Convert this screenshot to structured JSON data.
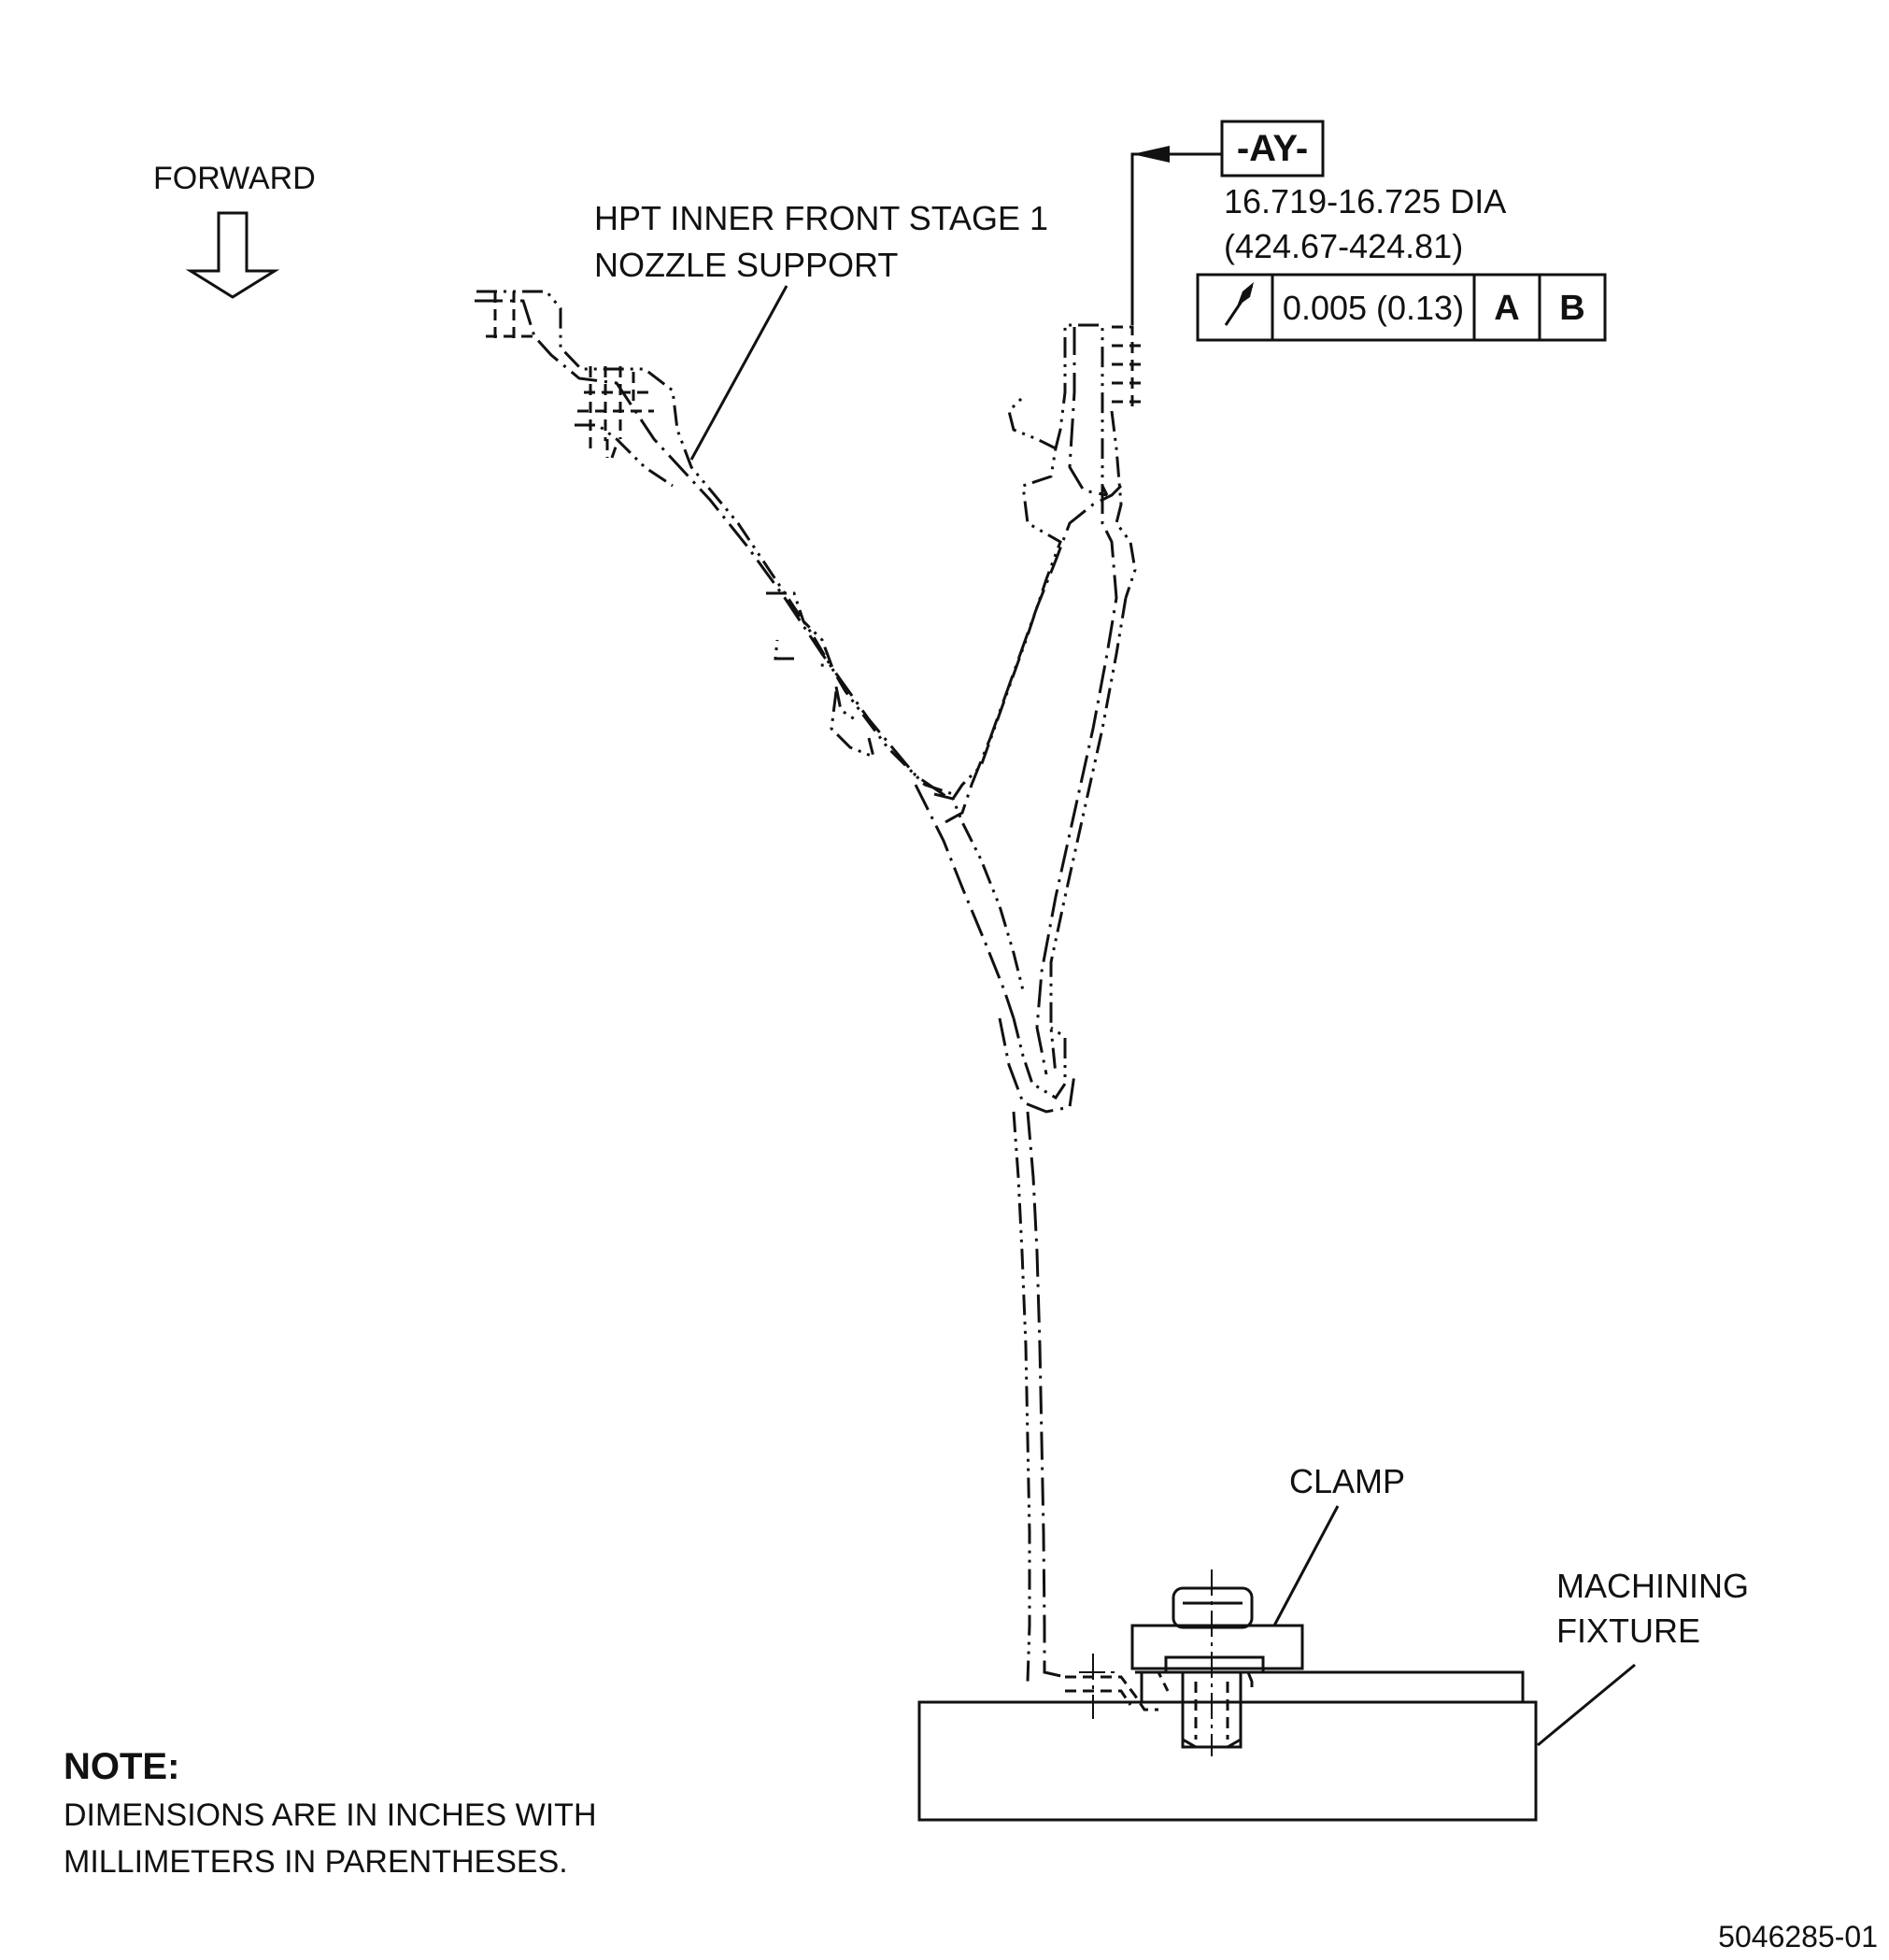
{
  "labels": {
    "forward": "FORWARD",
    "part_line1": "HPT INNER FRONT STAGE 1",
    "part_line2": "NOZZLE SUPPORT",
    "datum": "-AY-",
    "dia_line1": "16.719-16.725 DIA",
    "dia_line2": "(424.67-424.81)",
    "clamp": "CLAMP",
    "fixture_line1": "MACHINING",
    "fixture_line2": "FIXTURE",
    "note_title": "NOTE:",
    "note_line1": "DIMENSIONS ARE IN INCHES WITH",
    "note_line2": "MILLIMETERS IN PARENTHESES.",
    "figure_id": "5046285-01"
  },
  "feature_control_frame": {
    "symbol": "runout-arrow-icon",
    "tolerance": "0.005 (0.13)",
    "datum_1": "A",
    "datum_2": "B"
  }
}
